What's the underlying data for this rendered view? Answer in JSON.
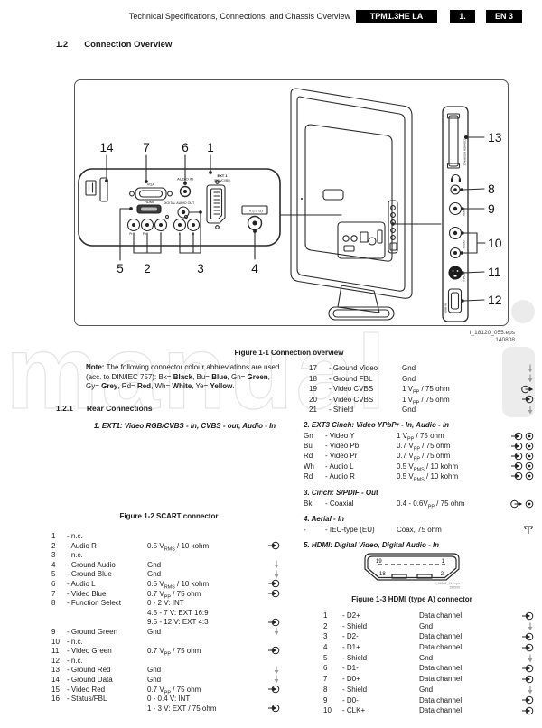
{
  "watermark": "manual",
  "header": {
    "title": "Technical Specifications, Connections, and Chassis Overview",
    "badge_chassis": "TPM1.3HE LA",
    "badge_section": "1.",
    "badge_page": "EN 3"
  },
  "section": {
    "number": "1.2",
    "title": "Connection Overview"
  },
  "subsection": {
    "number": "1.2.1",
    "title": "Rear Connections"
  },
  "figure1": {
    "caption": "Figure 1-1 Connection overview",
    "eps": "I_18120_055.eps",
    "eps_date": "140808",
    "callouts_top": [
      "14",
      "7",
      "6",
      "1"
    ],
    "callouts_bottom": [
      "5",
      "2",
      "3",
      "4"
    ],
    "callouts_side": [
      "13",
      "8",
      "9",
      "10",
      "11",
      "12"
    ],
    "panel_labels": {
      "vga": "VGA",
      "hdmi": "HDMI",
      "audio_in": "AUDIO IN",
      "digital_audio_out": "DIGITAL AUDIO OUT",
      "ext1": "EXT 1",
      "ext1_sub": "(RGB/CVBS)",
      "tv": "TV (75 Ω)",
      "jacks": [
        "Pr",
        "Pb",
        "Y",
        "L",
        "R"
      ]
    },
    "side_labels": {
      "ci": "COMMON INTERFACE",
      "video": "VIDEO",
      "audio": "AUDIO",
      "svideo": "S-VIDEO",
      "hdmi": "HDMI-IN"
    }
  },
  "note": {
    "lines": [
      [
        {
          "t": "Note: ",
          "b": true
        },
        {
          "t": "The following connector colour abbreviations are used",
          "b": false
        }
      ],
      [
        {
          "t": "(acc. to DIN/IEC 757): Bk= ",
          "b": false
        },
        {
          "t": "Black",
          "b": true
        },
        {
          "t": ", Bu= ",
          "b": false
        },
        {
          "t": "Blue",
          "b": true
        },
        {
          "t": ", Gn= ",
          "b": false
        },
        {
          "t": "Green",
          "b": true
        },
        {
          "t": ",",
          "b": false
        }
      ],
      [
        {
          "t": "Gy= ",
          "b": false
        },
        {
          "t": "Grey",
          "b": true
        },
        {
          "t": ", Rd= ",
          "b": false
        },
        {
          "t": "Red",
          "b": true
        },
        {
          "t": ", Wh= ",
          "b": false
        },
        {
          "t": "White",
          "b": true
        },
        {
          "t": ", Ye= ",
          "b": false
        },
        {
          "t": "Yellow",
          "b": true
        },
        {
          "t": ".",
          "b": false
        }
      ]
    ]
  },
  "ext1_heading": "1. EXT1: Video RGB/CVBS - In, CVBS - out, Audio - In",
  "figure2_caption": "Figure 1-2 SCART connector",
  "scart": {
    "left": [
      {
        "n": "1",
        "label": "- n.c.",
        "values": [],
        "sym": null
      },
      {
        "n": "2",
        "label": "- Audio R",
        "values": [
          "0.5 V_RMS / 10 kohm"
        ],
        "sym": "in"
      },
      {
        "n": "3",
        "label": "- n.c.",
        "values": [],
        "sym": null
      },
      {
        "n": "4",
        "label": "- Ground Audio",
        "values": [
          "Gnd"
        ],
        "sym": "gnd"
      },
      {
        "n": "5",
        "label": "- Ground Blue",
        "values": [
          "Gnd"
        ],
        "sym": "gnd"
      },
      {
        "n": "6",
        "label": "- Audio L",
        "values": [
          "0.5 V_RMS / 10 kohm"
        ],
        "sym": "in"
      },
      {
        "n": "7",
        "label": "- Video Blue",
        "values": [
          "0.7 V_PP / 75 ohm"
        ],
        "sym": "in"
      },
      {
        "n": "8",
        "label": "- Function Select",
        "values": [
          "0 - 2 V: INT",
          "4.5 - 7 V: EXT 16:9",
          "9.5 - 12 V: EXT 4:3"
        ],
        "sym": "in"
      },
      {
        "n": "9",
        "label": "- Ground Green",
        "values": [
          "Gnd"
        ],
        "sym": "gnd"
      },
      {
        "n": "10",
        "label": "- n.c.",
        "values": [],
        "sym": null
      },
      {
        "n": "11",
        "label": "- Video Green",
        "values": [
          "0.7 V_PP / 75 ohm"
        ],
        "sym": "in"
      },
      {
        "n": "12",
        "label": "- n.c.",
        "values": [],
        "sym": null
      },
      {
        "n": "13",
        "label": "- Ground Red",
        "values": [
          "Gnd"
        ],
        "sym": "gnd"
      },
      {
        "n": "14",
        "label": "- Ground Data",
        "values": [
          "Gnd"
        ],
        "sym": "gnd"
      },
      {
        "n": "15",
        "label": "- Video Red",
        "values": [
          "0.7 V_PP / 75 ohm"
        ],
        "sym": "in"
      },
      {
        "n": "16",
        "label": "- Status/FBL",
        "values": [
          "0 - 0.4 V: INT",
          "1 - 3 V: EXT / 75 ohm"
        ],
        "sym": "in"
      }
    ],
    "right": [
      {
        "n": "17",
        "label": "- Ground Video",
        "values": [
          "Gnd"
        ],
        "sym": "gnd"
      },
      {
        "n": "18",
        "label": "- Ground FBL",
        "values": [
          "Gnd"
        ],
        "sym": "gnd"
      },
      {
        "n": "19",
        "label": "- Video CVBS",
        "values": [
          "1 V_PP / 75 ohm"
        ],
        "sym": "out"
      },
      {
        "n": "20",
        "label": "- Video CVBS",
        "values": [
          "1 V_PP / 75 ohm"
        ],
        "sym": "in"
      },
      {
        "n": "21",
        "label": "- Shield",
        "values": [
          "Gnd"
        ],
        "sym": "gnd"
      }
    ]
  },
  "ext3_heading": "2. EXT3 Cinch: Video YPbPr - In, Audio - In",
  "ext3_rows": [
    {
      "n": "Gn",
      "label": "- Video Y",
      "values": [
        "1 V_PP / 75 ohm"
      ],
      "sym": "in-cinch"
    },
    {
      "n": "Bu",
      "label": "- Video Pb",
      "values": [
        "0.7 V_PP / 75 ohm"
      ],
      "sym": "in-cinch"
    },
    {
      "n": "Rd",
      "label": "- Video Pr",
      "values": [
        "0.7 V_PP / 75 ohm"
      ],
      "sym": "in-cinch"
    },
    {
      "n": "Wh",
      "label": "- Audio L",
      "values": [
        "0.5 V_RMS / 10 kohm"
      ],
      "sym": "in-cinch"
    },
    {
      "n": "Rd",
      "label": "- Audio R",
      "values": [
        "0.5 V_RMS / 10 kohm"
      ],
      "sym": "in-cinch"
    }
  ],
  "spdif_heading": "3. Cinch: S/PDIF - Out",
  "spdif_rows": [
    {
      "n": "Bk",
      "label": "- Coaxial",
      "values": [
        "0.4 - 0.6V_PP / 75 ohm"
      ],
      "sym": "out-cinch"
    }
  ],
  "aerial_heading": "4. Aerial - In",
  "aerial_rows": [
    {
      "n": "-",
      "label": "- IEC-type (EU)",
      "values": [
        "Coax, 75 ohm"
      ],
      "sym": "aerial"
    }
  ],
  "hdmi_heading": "5. HDMI: Digital Video, Digital Audio - In",
  "figure3": {
    "caption": "Figure 1-3 HDMI (type A) connector",
    "pins": {
      "tl": "19",
      "tr": "1",
      "bl": "18",
      "br": "2"
    },
    "eps": "E_06032_017.eps",
    "eps_date": "250505"
  },
  "hdmi_rows": [
    {
      "n": "1",
      "label": "- D2+",
      "values": [
        "Data channel"
      ],
      "sym": "in"
    },
    {
      "n": "2",
      "label": "- Shield",
      "values": [
        "Gnd"
      ],
      "sym": "gnd"
    },
    {
      "n": "3",
      "label": "- D2-",
      "values": [
        "Data channel"
      ],
      "sym": "in"
    },
    {
      "n": "4",
      "label": "- D1+",
      "values": [
        "Data channel"
      ],
      "sym": "in"
    },
    {
      "n": "5",
      "label": "- Shield",
      "values": [
        "Gnd"
      ],
      "sym": "gnd"
    },
    {
      "n": "6",
      "label": "- D1-",
      "values": [
        "Data channel"
      ],
      "sym": "in"
    },
    {
      "n": "7",
      "label": "- D0+",
      "values": [
        "Data channel"
      ],
      "sym": "in"
    },
    {
      "n": "8",
      "label": "- Shield",
      "values": [
        "Gnd"
      ],
      "sym": "gnd"
    },
    {
      "n": "9",
      "label": "- D0-",
      "values": [
        "Data channel"
      ],
      "sym": "in"
    },
    {
      "n": "10",
      "label": "- CLK+",
      "values": [
        "Data channel"
      ],
      "sym": "in"
    }
  ]
}
